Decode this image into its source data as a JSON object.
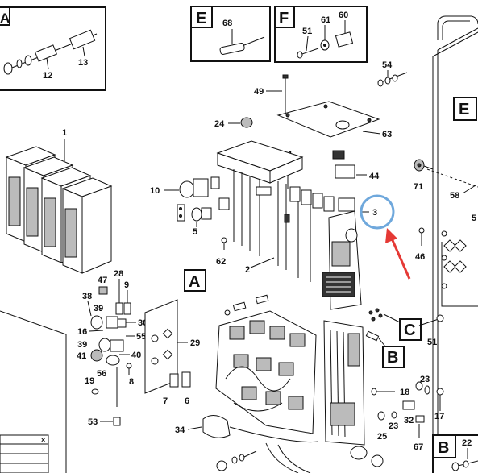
{
  "callout_letters": {
    "a_top": "A",
    "e_inset": "E",
    "f_inset": "F",
    "e_side": "E",
    "a_main": "A",
    "c_main": "C",
    "b_main": "B",
    "b_inset": "B"
  },
  "part_numbers": {
    "p12": "12",
    "p13": "13",
    "p68": "68",
    "p51a": "51",
    "p61": "61",
    "p60": "60",
    "p54": "54",
    "p49": "49",
    "p63": "63",
    "p24": "24",
    "p14": "14",
    "p44": "44",
    "p1": "1",
    "p10": "10",
    "p71": "71",
    "p58": "58",
    "p5r": "5",
    "p5": "5",
    "p3": "3",
    "p46": "46",
    "p62": "62",
    "p2": "2",
    "p28": "28",
    "p47": "47",
    "p9": "9",
    "p38": "38",
    "p39a": "39",
    "p30": "30",
    "p16": "16",
    "p55": "55",
    "p29": "29",
    "p39b": "39",
    "p41": "41",
    "p40": "40",
    "p56": "56",
    "p8": "8",
    "p19": "19",
    "p7": "7",
    "p6": "6",
    "p53": "53",
    "p34": "34",
    "p18": "18",
    "p23a": "23",
    "p51b": "51",
    "p17": "17",
    "p25": "25",
    "p23b": "23",
    "p32": "32",
    "p67": "67",
    "p22": "22"
  },
  "window_close": "×",
  "highlight_color": "#6fa8dc",
  "arrow_color": "#e53935"
}
